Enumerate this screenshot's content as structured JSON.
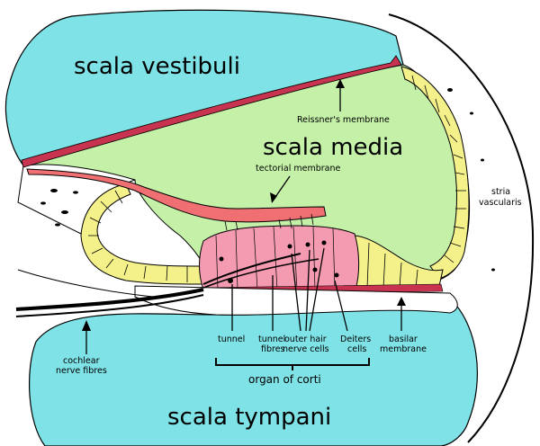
{
  "regions": {
    "scala_vestibuli": "scala vestibuli",
    "scala_media": "scala media",
    "scala_tympani": "scala tympani"
  },
  "labels": {
    "reissners_membrane": "Reissner's membrane",
    "tectorial_membrane": "tectorial membrane",
    "stria_line1": "stria",
    "stria_line2": "vascularis",
    "cochlear_line1": "cochlear",
    "cochlear_line2": "nerve fibres",
    "tunnel": "tunnel",
    "tunnel_fibres_line1": "tunnel",
    "tunnel_fibres_line2": "fibres",
    "outer_hair_line1": "outer hair",
    "outer_hair_line2": "nerve cells",
    "deiters_line1": "Deiters",
    "deiters_line2": "cells",
    "basilar_line1": "basilar",
    "basilar_line2": "membrane",
    "organ_of_corti": "organ of corti"
  },
  "colors": {
    "scala_fill": "#7ee2e6",
    "media_fill": "#c4f0a8",
    "membrane": "#c8334f",
    "tectorial": "#ef6f73",
    "corti_fill": "#f49bb2",
    "cell_yellow": "#f4f08a",
    "outline": "#000000"
  }
}
